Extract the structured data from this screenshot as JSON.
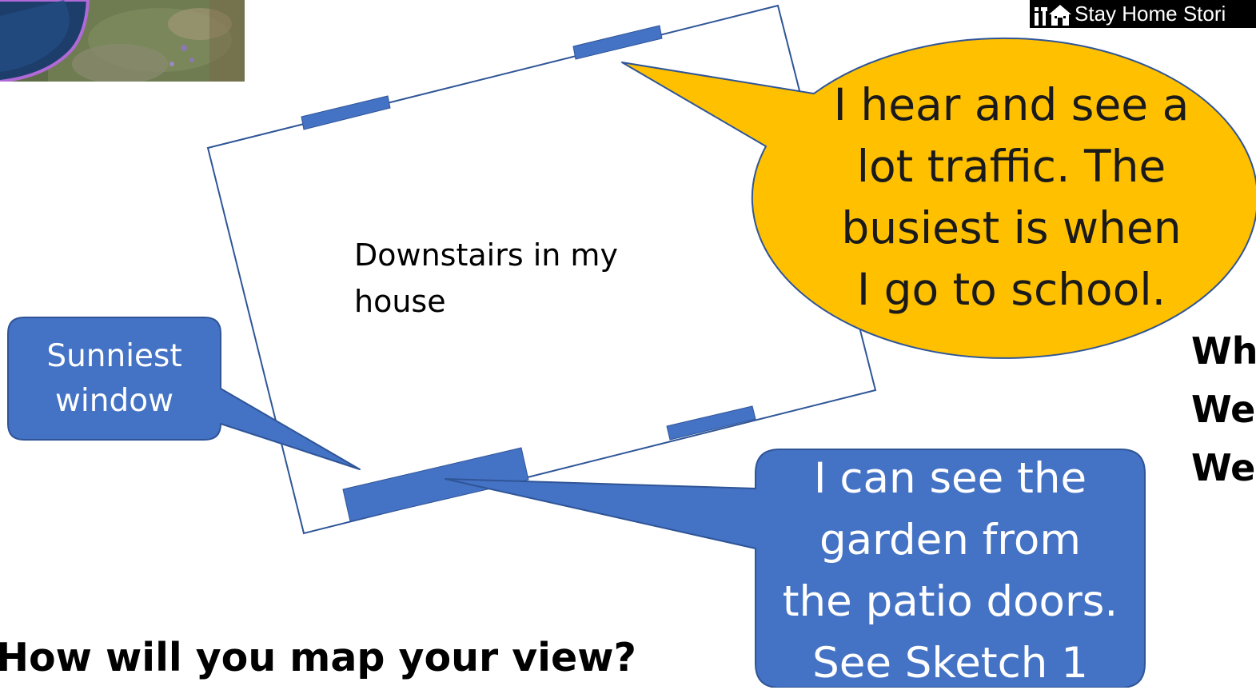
{
  "brand": {
    "name": "Stay Home Stori",
    "icon": "house-icon"
  },
  "photo": {
    "icon": "photo-thumbnail"
  },
  "floorplan": {
    "room_label_line1": "Downstairs in my",
    "room_label_line2": "house"
  },
  "callouts": {
    "traffic": {
      "line1": "I hear and see a",
      "line2": "lot traffic. The",
      "line3": "busiest is when",
      "line4": "I go to school.",
      "color": "#FFC000"
    },
    "sunniest": {
      "line1": "Sunniest",
      "line2": "window",
      "color": "#4472C4"
    },
    "garden": {
      "line1": "I can see the",
      "line2": "garden from",
      "line3": "the patio doors.",
      "line4": "See Sketch 1",
      "color": "#4472C4"
    }
  },
  "question": "How will you map your view?",
  "right_fragments": [
    "Wh",
    "We",
    "We"
  ],
  "colors": {
    "outline": "#2F5597",
    "window": "#4472C4",
    "yellow": "#FFC000"
  }
}
